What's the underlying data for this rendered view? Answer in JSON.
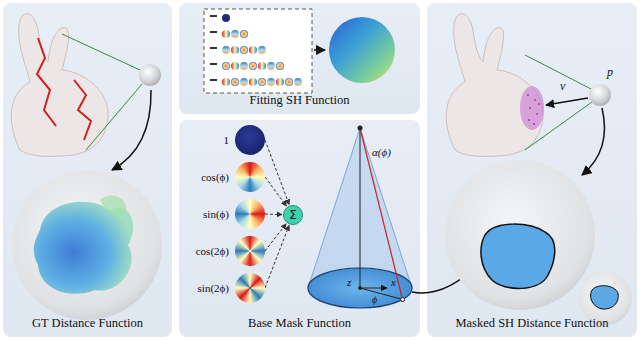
{
  "diagram": {
    "nodes": [
      {
        "text": [
          "GT Distance Function"
        ]
      },
      {
        "text": [
          "Fitting SH Function"
        ]
      },
      {
        "text": [
          "Base Mask Function"
        ]
      },
      {
        "text": [
          "1"
        ],
        "in": 2
      },
      {
        "text": [
          "cos(ϕ)"
        ],
        "in": 2
      },
      {
        "text": [
          "sin(ϕ)"
        ],
        "in": 2
      },
      {
        "text": [
          "cos(2ϕ)"
        ],
        "in": 2
      },
      {
        "text": [
          "sin(2ϕ)"
        ],
        "in": 2
      },
      {
        "text": [
          "Σ"
        ],
        "in": 2
      },
      {
        "text": [
          "Masked SH Distance Function"
        ]
      }
    ],
    "edges": [
      {
        "from": 3,
        "to": 8,
        "arrow": "to"
      },
      {
        "from": 4,
        "to": 8,
        "arrow": "to"
      },
      {
        "from": 5,
        "to": 8,
        "arrow": "to"
      },
      {
        "from": 6,
        "to": 8,
        "arrow": "to"
      },
      {
        "from": 7,
        "to": 8,
        "arrow": "to"
      }
    ],
    "labels": [
      "α(ϕ)",
      "z",
      "x",
      "ϕ",
      "p",
      "v"
    ]
  }
}
